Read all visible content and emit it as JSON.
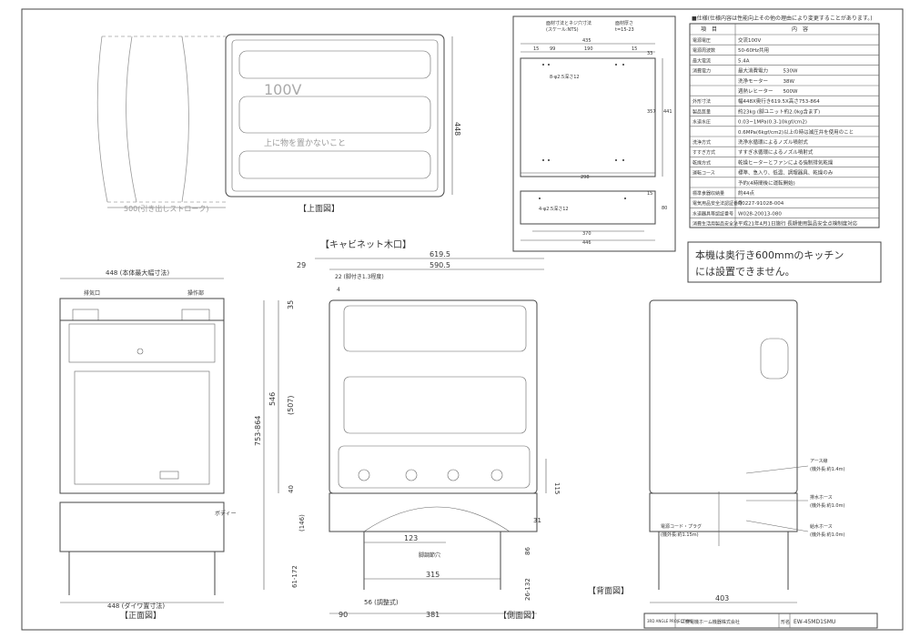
{
  "views": {
    "top_view_label": "【上面図】",
    "cabinet_label": "【キャビネット木口】",
    "front_view_label": "【正面図】",
    "side_view_label": "【側面図】",
    "back_view_label": "【背面図】"
  },
  "top_view": {
    "panel_text_100v": "100V",
    "panel_text_warning": "上に物を置かないこと",
    "dim_448": "448",
    "dim_500_stroke": "500(引き出しストローク)"
  },
  "cutout_box": {
    "title_a": "面材寸法とネジ穴寸法",
    "title_b": "(スケール:NTS)",
    "thickness_a": "面材厚さ",
    "thickness_b": "t=15-23",
    "upper_hole_label": "8-φ2.5深さ12",
    "lower_hole_label": "4-φ2.5深さ12",
    "dims": {
      "w435": "435",
      "d15a": "15",
      "d99": "99",
      "d190": "190",
      "d15b": "15",
      "h357": "357",
      "h441": "441",
      "h33": "33",
      "d298": "298",
      "w370": "370",
      "w446": "446",
      "h80": "80",
      "h15": "15"
    }
  },
  "spec_table": {
    "title": "■仕様(仕様内容は性能向上その他の理由により変更することがあります。)",
    "header_item": "項　目",
    "header_content": "内　容",
    "rows": [
      {
        "item": "電源電圧",
        "content": "交流100V"
      },
      {
        "item": "電源周波数",
        "content": "50-60Hz共用"
      },
      {
        "item": "最大電流",
        "content": "5.4A"
      },
      {
        "item": "消費電力",
        "content": "最大消費電力　　　530W"
      },
      {
        "item": "",
        "content": "洗浄モーター　　　38W"
      },
      {
        "item": "",
        "content": "週熱レヒーター　　500W"
      },
      {
        "item": "外形寸法",
        "content": "幅448X奥行き619.5X高さ753-864"
      },
      {
        "item": "製品質量",
        "content": "約23kg (脚ユニット約2.0kg含まず)"
      },
      {
        "item": "水道水圧",
        "content": "0.03~1MPa(0.3-10kgf/cm2)"
      },
      {
        "item": "",
        "content": "0.6MPa(6kgf/cm2)以上の時は減圧弁を使用のこと"
      },
      {
        "item": "洗浄方式",
        "content": "洗浄水循環によるノズル噴射式"
      },
      {
        "item": "すすぎ方式",
        "content": "すすぎ水循環によるノズル噴射式"
      },
      {
        "item": "乾燥方式",
        "content": "乾燥ヒーターとファンによる強制排気乾燥"
      },
      {
        "item": "運転コース",
        "content": "標準、急入り、低温、調理器具、乾燥のみ"
      },
      {
        "item": "",
        "content": "予約(4時間後に運転開始)"
      },
      {
        "item": "標準食器収納量",
        "content": "約44点"
      },
      {
        "item": "電気用品安全法認証番号",
        "content": "D0227-91028-004"
      },
      {
        "item": "水道器具等認証番号",
        "content": "W028-20013-080"
      },
      {
        "item": "消費生活用製品安全法",
        "content": "平成21年4月1日施行 長期使用製品安全点検制度対応"
      }
    ]
  },
  "notice": {
    "line1": "本機は奥行き600mmのキッチン",
    "line2": "には設置できません。"
  },
  "front_view": {
    "dim_448_top": "448 (本体最大幅寸法)",
    "dim_448_bottom": "448 (ダイワ置寸法)",
    "label_drain": "排気口",
    "label_control": "操作部",
    "label_body": "ボディー"
  },
  "side_view": {
    "dim_619_5": "619.5",
    "dim_590_5": "590.5",
    "dim_29": "29",
    "dim_22": "22 (脚付き1.3程度)",
    "dim_4": "4",
    "dim_35": "35",
    "dim_546": "546",
    "dim_507": "(507)",
    "dim_753_864": "753-864",
    "dim_40": "40",
    "dim_146": "(146)",
    "dim_61_172": "61-172",
    "dim_115": "115",
    "dim_123": "123",
    "dim_315": "315",
    "dim_86": "86",
    "dim_26_132": "26-132",
    "dim_56": "56 (調整式)",
    "dim_90": "90",
    "dim_381": "381",
    "label_adjust": "脚調節穴",
    "dim_31": "31"
  },
  "back_view": {
    "label_earth": "アース線",
    "label_earth_len": "(機外長:約1.4m)",
    "label_drain_hose": "排水ホース",
    "label_drain_len": "(機外長:約1.0m)",
    "label_supply_hose": "給水ホース",
    "label_supply_len": "(機外長:約1.0m)",
    "label_cord": "電源コード・プラグ",
    "label_cord_len": "(機外長:約1.15m)",
    "dim_403": "403"
  },
  "title_block": {
    "projection": "3RD ANGLE PROJECTION",
    "company": "三菱電機ホーム機器株式会社",
    "name_label": "形名",
    "model": "EW-45MD1SMU"
  }
}
